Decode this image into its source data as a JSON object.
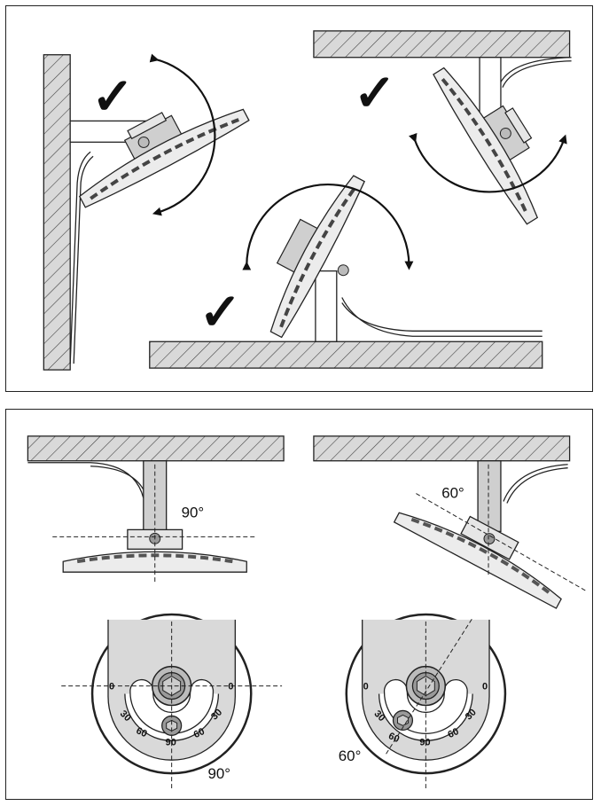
{
  "top_panel": {
    "mount_options": [
      {
        "name": "wall-mount",
        "status_mark": "✓"
      },
      {
        "name": "ceiling-mount",
        "status_mark": "✓"
      },
      {
        "name": "floor-mount",
        "status_mark": "✓"
      }
    ]
  },
  "bottom_panel": {
    "side_views": [
      {
        "angle_label": "90°"
      },
      {
        "angle_label": "60°"
      }
    ],
    "dials": [
      {
        "angle_label": "90°",
        "scale": [
          "0",
          "30",
          "60",
          "90",
          "60",
          "30",
          "0"
        ]
      },
      {
        "angle_label": "60°",
        "scale": [
          "0",
          "30",
          "60",
          "90",
          "60",
          "30",
          "0"
        ]
      }
    ]
  },
  "colors": {
    "line": "#222222",
    "hatch_fill": "#d9d9d9",
    "metal": "#cfcfcf",
    "accent_dark": "#777777"
  }
}
